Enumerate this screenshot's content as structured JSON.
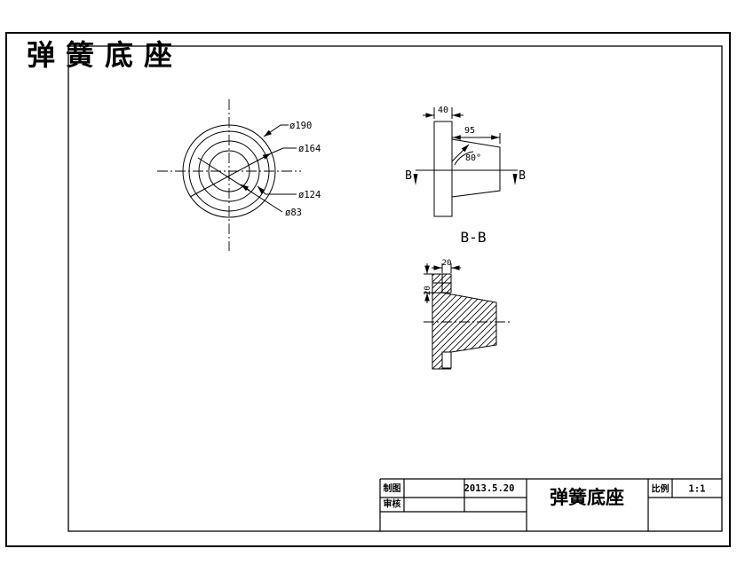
{
  "page_title": "弹簧底座",
  "drawing": {
    "top_view": {
      "dia_labels": [
        "ø190",
        "ø164",
        "ø124",
        "ø83"
      ]
    },
    "side_view": {
      "width_dim": "40",
      "length_dim": "95",
      "angle_dim": "80°",
      "section_b_left": "B",
      "section_b_right": "B"
    },
    "section_view": {
      "label": "B-B",
      "top_dim": "20",
      "side_dim": "20"
    }
  },
  "title_block": {
    "drafter_label": "制图",
    "reviewer_label": "审核",
    "date": "2013.5.20",
    "part_name": "弹簧底座",
    "scale_label": "比例",
    "scale_value": "1:1"
  },
  "colors": {
    "line": "#000000",
    "accent_red": "#fe0000",
    "paper": "#ffffff"
  }
}
